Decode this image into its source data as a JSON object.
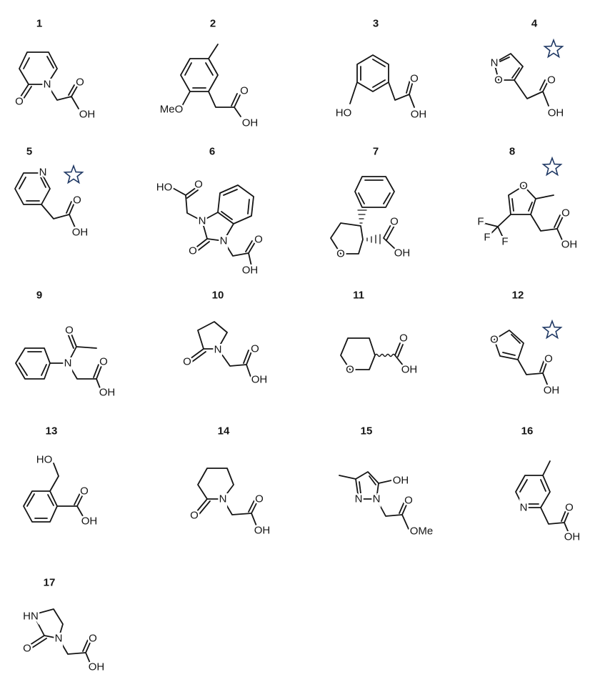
{
  "star_color": "#1f3864",
  "compounds": [
    {
      "id": "1",
      "atoms": [
        "N",
        "O",
        "O",
        "OH"
      ],
      "starred": false
    },
    {
      "id": "2",
      "atoms": [
        "MeO",
        "O",
        "OH"
      ],
      "starred": false
    },
    {
      "id": "3",
      "atoms": [
        "HO",
        "O",
        "OH"
      ],
      "starred": false
    },
    {
      "id": "4",
      "atoms": [
        "N",
        "O",
        "O",
        "OH"
      ],
      "starred": true
    },
    {
      "id": "5",
      "atoms": [
        "N",
        "O",
        "OH"
      ],
      "starred": true
    },
    {
      "id": "6",
      "atoms": [
        "HO",
        "O",
        "N",
        "N",
        "O",
        "O",
        "OH"
      ],
      "starred": false
    },
    {
      "id": "7",
      "atoms": [
        "O",
        "O",
        "OH"
      ],
      "starred": false
    },
    {
      "id": "8",
      "atoms": [
        "O",
        "F",
        "F",
        "F",
        "O",
        "OH"
      ],
      "starred": true
    },
    {
      "id": "9",
      "atoms": [
        "N",
        "O",
        "O",
        "OH"
      ],
      "starred": false
    },
    {
      "id": "10",
      "atoms": [
        "N",
        "O",
        "O",
        "OH"
      ],
      "starred": false
    },
    {
      "id": "11",
      "atoms": [
        "O",
        "O",
        "OH"
      ],
      "starred": false
    },
    {
      "id": "12",
      "atoms": [
        "O",
        "O",
        "OH"
      ],
      "starred": true
    },
    {
      "id": "13",
      "atoms": [
        "HO",
        "O",
        "OH"
      ],
      "starred": false
    },
    {
      "id": "14",
      "atoms": [
        "N",
        "O",
        "O",
        "OH"
      ],
      "starred": false
    },
    {
      "id": "15",
      "atoms": [
        "N",
        "N",
        "OH",
        "O",
        "OMe"
      ],
      "starred": false
    },
    {
      "id": "16",
      "atoms": [
        "N",
        "O",
        "OH"
      ],
      "starred": false
    },
    {
      "id": "17",
      "atoms": [
        "HN",
        "N",
        "O",
        "O",
        "OH"
      ],
      "starred": false
    }
  ]
}
